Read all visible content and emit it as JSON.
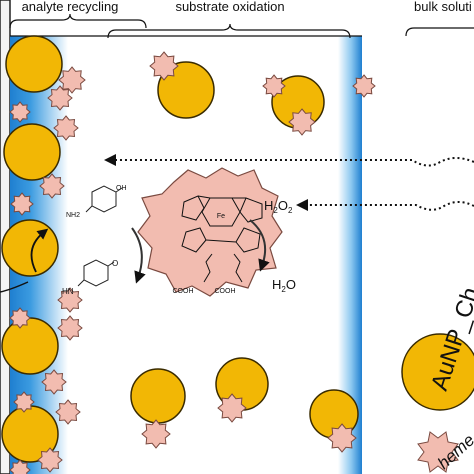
{
  "labels": {
    "left_region": "analyte recycling",
    "middle_region": "substrate oxidation",
    "right_region": "bulk soluti",
    "peroxide_h": "H",
    "peroxide_sub1": "2",
    "peroxide_o": "O",
    "peroxide_sub2": "2",
    "water_h": "H",
    "water_sub": "2",
    "water_o": "O",
    "legend_aunp": "AuNP_Ch",
    "legend_heme": "heme",
    "analyte_oh": "OH",
    "analyte_nh2": "NH2",
    "product_o": "O",
    "product_nh": "HN",
    "heme_fe": "Fe",
    "heme_cooh_1": "COOH",
    "heme_cooh_2": "COOH"
  },
  "colors": {
    "aunp_fill": "#f2b705",
    "aunp_stroke": "#3a2b00",
    "heme_fill": "#f2bcb0",
    "heme_stroke": "#7a4a40",
    "electrode_blue": "#2a8ad6",
    "boundary_blue": "#2a8ad6"
  }
}
